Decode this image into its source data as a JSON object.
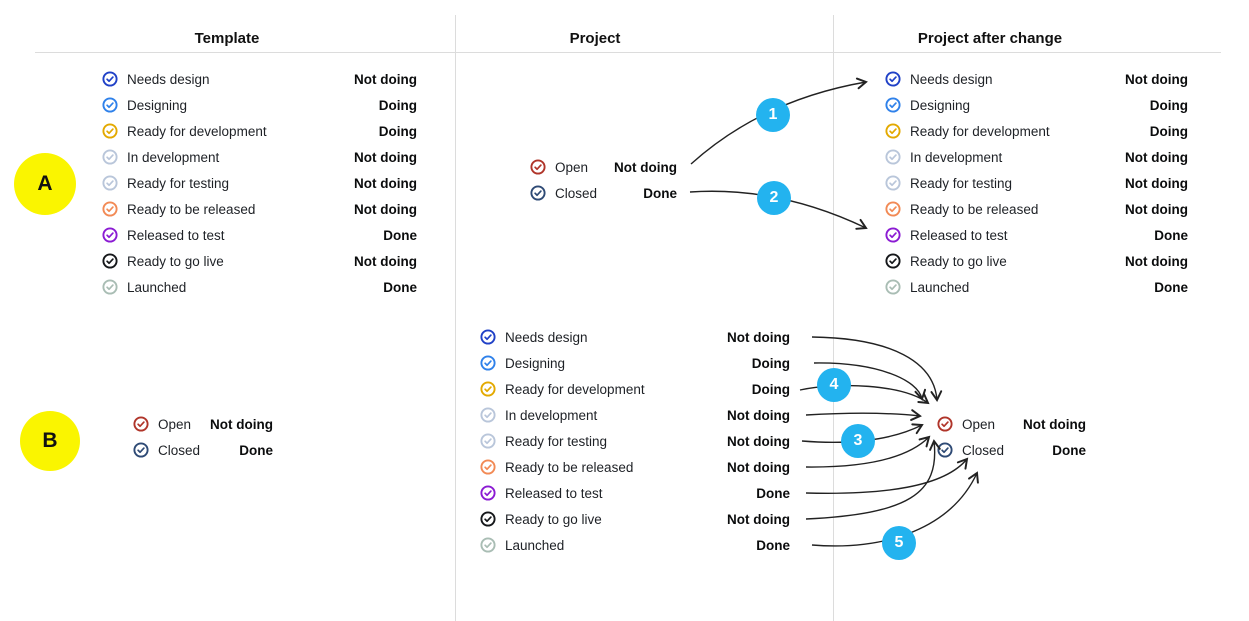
{
  "headers": {
    "template": "Template",
    "project": "Project",
    "project_after_change": "Project after change"
  },
  "badges": {
    "a": "A",
    "b": "B"
  },
  "callouts": [
    "1",
    "2",
    "3",
    "4",
    "5"
  ],
  "section_a": {
    "template_rows": [
      {
        "name": "Needs design",
        "value": "Not doing",
        "color": "#2041c7"
      },
      {
        "name": "Designing",
        "value": "Doing",
        "color": "#2f81ea"
      },
      {
        "name": "Ready for development",
        "value": "Doing",
        "color": "#e3a900"
      },
      {
        "name": "In development",
        "value": "Not doing",
        "color": "#b9c6da"
      },
      {
        "name": "Ready for testing",
        "value": "Not doing",
        "color": "#b9c6da"
      },
      {
        "name": "Ready to be released",
        "value": "Not doing",
        "color": "#f28a55"
      },
      {
        "name": "Released to test",
        "value": "Done",
        "color": "#8b1bd3"
      },
      {
        "name": "Ready to go live",
        "value": "Not doing",
        "color": "#15171a"
      },
      {
        "name": "Launched",
        "value": "Done",
        "color": "#a9bdb4"
      }
    ],
    "project_rows": [
      {
        "name": "Open",
        "value": "Not doing",
        "color": "#b0352a"
      },
      {
        "name": "Closed",
        "value": "Done",
        "color": "#2e4a75"
      }
    ],
    "after_rows": [
      {
        "name": "Needs design",
        "value": "Not doing",
        "color": "#2041c7"
      },
      {
        "name": "Designing",
        "value": "Doing",
        "color": "#2f81ea"
      },
      {
        "name": "Ready for development",
        "value": "Doing",
        "color": "#e3a900"
      },
      {
        "name": "In development",
        "value": "Not doing",
        "color": "#b9c6da"
      },
      {
        "name": "Ready for testing",
        "value": "Not doing",
        "color": "#b9c6da"
      },
      {
        "name": "Ready to be released",
        "value": "Not doing",
        "color": "#f28a55"
      },
      {
        "name": "Released to test",
        "value": "Done",
        "color": "#8b1bd3"
      },
      {
        "name": "Ready to go live",
        "value": "Not doing",
        "color": "#15171a"
      },
      {
        "name": "Launched",
        "value": "Done",
        "color": "#a9bdb4"
      }
    ]
  },
  "section_b": {
    "template_rows": [
      {
        "name": "Open",
        "value": "Not doing",
        "color": "#b0352a"
      },
      {
        "name": "Closed",
        "value": "Done",
        "color": "#2e4a75"
      }
    ],
    "project_rows": [
      {
        "name": "Needs design",
        "value": "Not doing",
        "color": "#2041c7"
      },
      {
        "name": "Designing",
        "value": "Doing",
        "color": "#2f81ea"
      },
      {
        "name": "Ready for development",
        "value": "Doing",
        "color": "#e3a900"
      },
      {
        "name": "In development",
        "value": "Not doing",
        "color": "#b9c6da"
      },
      {
        "name": "Ready for testing",
        "value": "Not doing",
        "color": "#b9c6da"
      },
      {
        "name": "Ready to be released",
        "value": "Not doing",
        "color": "#f28a55"
      },
      {
        "name": "Released to test",
        "value": "Done",
        "color": "#8b1bd3"
      },
      {
        "name": "Ready to go live",
        "value": "Not doing",
        "color": "#15171a"
      },
      {
        "name": "Launched",
        "value": "Done",
        "color": "#a9bdb4"
      }
    ],
    "after_rows": [
      {
        "name": "Open",
        "value": "Not doing",
        "color": "#b0352a"
      },
      {
        "name": "Closed",
        "value": "Done",
        "color": "#2e4a75"
      }
    ]
  },
  "colors": {
    "callout_bg": "#23b3ef",
    "badge_bg": "#faf500",
    "arrow": "#222222",
    "divider": "#dcdcdc"
  }
}
